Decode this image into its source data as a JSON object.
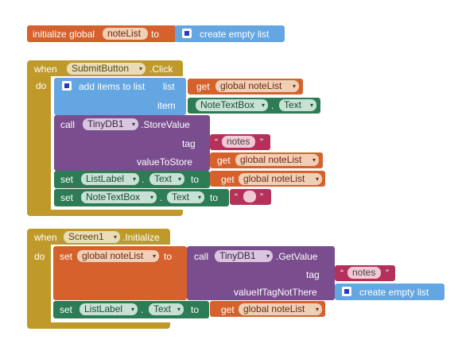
{
  "colors": {
    "variable": "#d5622d",
    "list": "#64a6e2",
    "control": "#bf9a2a",
    "procedure_call": "#7a4d8e",
    "text": "#b4315a",
    "component_get": "#2d7c55",
    "var_dd_bg": "#f0cfb7",
    "comp_dd_bg": "#d9d0bc",
    "text_dd_bg": "#c7e2d4"
  },
  "init": {
    "label": "initialize global",
    "name": "noteList",
    "to_label": "to",
    "create_label": "create empty list"
  },
  "event1": {
    "when": "when",
    "component": "SubmitButton",
    "event": ".Click",
    "do": "do",
    "add_items": "add items to list",
    "list_label": "list",
    "get_label": "get",
    "get_var": "global noteList",
    "item_label": "item",
    "item_component": "NoteTextBox",
    "item_dot": ".",
    "item_prop": "Text",
    "call_label": "call",
    "db_component": "TinyDB1",
    "store_method": ".StoreValue",
    "tag_label": "tag",
    "tag_value": "notes",
    "value_to_store": "valueToStore",
    "set1_label": "set",
    "set1_component": "ListLabel",
    "set1_dot": ".",
    "set1_prop": "Text",
    "set1_to": "to",
    "set2_label": "set",
    "set2_component": "NoteTextBox",
    "set2_dot": ".",
    "set2_prop": "Text",
    "set2_to": "to"
  },
  "event2": {
    "when": "when",
    "component": "Screen1",
    "event": ".Initialize",
    "do": "do",
    "set_label": "set",
    "set_var": "global noteList",
    "set_to": "to",
    "call_label": "call",
    "db_component": "TinyDB1",
    "get_method": ".GetValue",
    "tag_label": "tag",
    "tag_value": "notes",
    "value_if": "valueIfTagNotThere",
    "create_label": "create empty list",
    "set2_label": "set",
    "set2_component": "ListLabel",
    "set2_dot": ".",
    "set2_prop": "Text",
    "set2_to": "to",
    "get_label": "get",
    "get_var": "global noteList"
  }
}
